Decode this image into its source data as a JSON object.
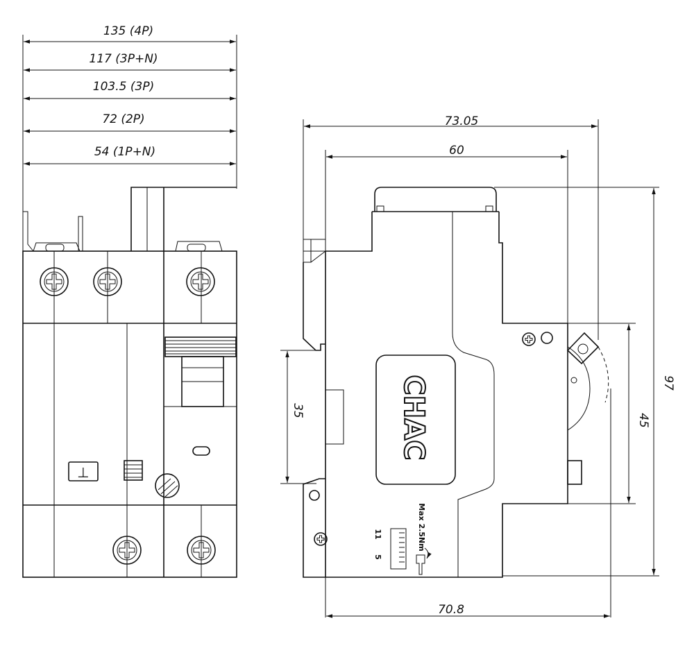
{
  "front_view": {
    "width_dims": [
      {
        "label": "135 (4P)"
      },
      {
        "label": "117 (3P+N)"
      },
      {
        "label": "103.5 (3P)"
      },
      {
        "label": "72 (2P)"
      },
      {
        "label": "54 (1P+N)"
      }
    ],
    "test_button_symbol": "⊥"
  },
  "side_view": {
    "dims": {
      "overall_depth": "73.05",
      "body_depth": "60",
      "lower_depth": "70.8",
      "height": "97",
      "front_height": "45",
      "rail_height": "35"
    },
    "brand": "CHAC",
    "torque": "Max 2.5Nm",
    "strip_max": "11",
    "strip_min": "5"
  }
}
